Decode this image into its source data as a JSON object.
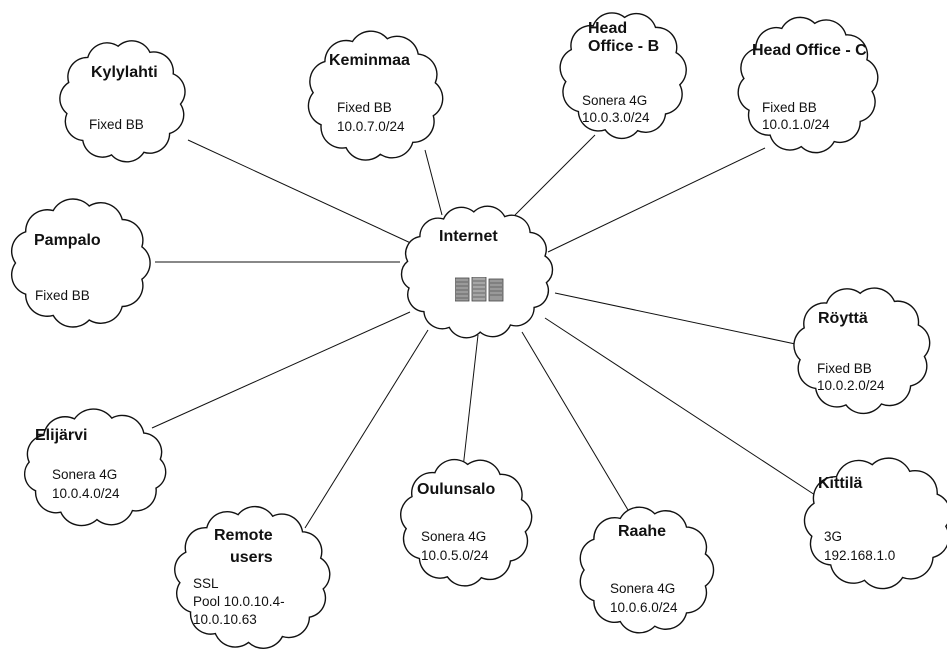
{
  "hub": {
    "title": "Internet",
    "icon": "firewall-icon"
  },
  "sites": {
    "kylylahti": {
      "name": "Kylylahti",
      "connection": "Fixed BB"
    },
    "keminmaa": {
      "name": "Keminmaa",
      "connection": "Fixed BB",
      "subnet": "10.0.7.0/24"
    },
    "head_office_b": {
      "name_line1": "Head",
      "name_line2": "Office - B",
      "connection": "Sonera 4G",
      "subnet": "10.0.3.0/24"
    },
    "head_office_c": {
      "name": "Head Office - C",
      "connection": "Fixed BB",
      "subnet": "10.0.1.0/24"
    },
    "pampalo": {
      "name": "Pampalo",
      "connection": "Fixed BB"
    },
    "roytta": {
      "name": "Röyttä",
      "connection": "Fixed BB",
      "subnet": "10.0.2.0/24"
    },
    "elijarvi": {
      "name": "Elijärvi",
      "connection": "Sonera 4G",
      "subnet": "10.0.4.0/24"
    },
    "oulunsalo": {
      "name": "Oulunsalo",
      "connection": "Sonera 4G",
      "subnet": "10.0.5.0/24"
    },
    "raahe": {
      "name": "Raahe",
      "connection": "Sonera 4G",
      "subnet": "10.0.6.0/24"
    },
    "kittila": {
      "name": "Kittilä",
      "connection": "3G",
      "subnet": "192.168.1.0"
    },
    "remote_users": {
      "name_line1": "Remote",
      "name_line2": "users",
      "connection": "SSL",
      "pool_line1": "Pool 10.0.10.4-",
      "pool_line2": "10.0.10.63"
    }
  }
}
